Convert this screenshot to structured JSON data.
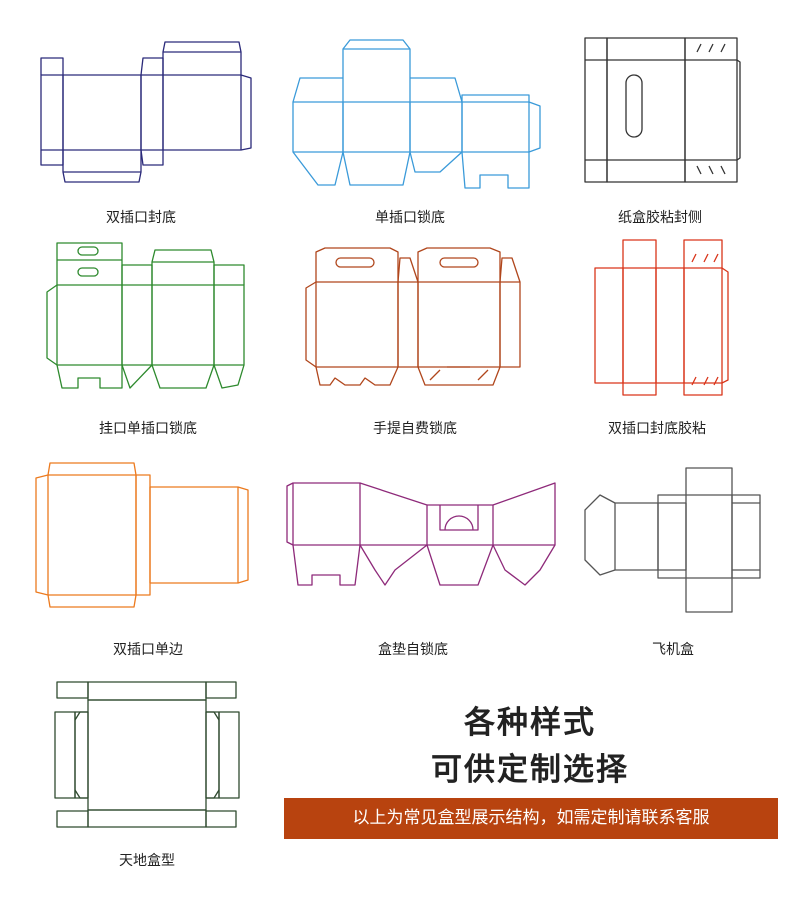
{
  "colors": {
    "navy": "#2b2a7a",
    "sky": "#3a9ad9",
    "black": "#333333",
    "green": "#2e8a2e",
    "brown": "#b0461c",
    "red": "#d9351a",
    "orange": "#ec7a1e",
    "purple": "#8e2a7a",
    "gray": "#555555",
    "darkgreen": "#2f4a2f",
    "banner": "#b8430f"
  },
  "boxes": [
    {
      "label": "双插口封底"
    },
    {
      "label": "单插口锁底"
    },
    {
      "label": "纸盒胶粘封侧"
    },
    {
      "label": "挂口单插口锁底"
    },
    {
      "label": "手提自费锁底"
    },
    {
      "label": "双插口封底胶粘"
    },
    {
      "label": "双插口单边"
    },
    {
      "label": "盒垫自锁底"
    },
    {
      "label": "飞机盒"
    },
    {
      "label": "天地盒型"
    }
  ],
  "headline": {
    "line1": "各种样式",
    "line2": "可供定制选择"
  },
  "banner_text": "以上为常见盒型展示结构，如需定制请联系客服"
}
